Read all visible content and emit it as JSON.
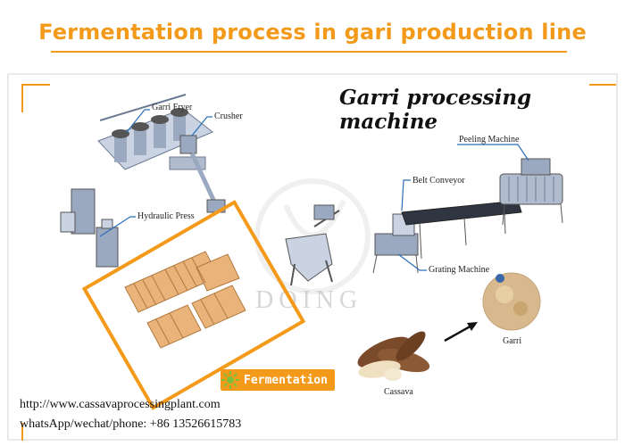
{
  "title": "Fermentation process in gari production line",
  "heading": "Garri processing machine",
  "labels": {
    "garri_fryer": "Garri Fryer",
    "crusher": "Crusher",
    "hydraulic_press": "Hydraulic Press",
    "peeling_machine": "Peeling Machine",
    "belt_conveyor": "Belt Conveyor",
    "grating_machine": "Grating Machine",
    "garri": "Garri",
    "cassava": "Cassava",
    "fermentation": "Fermentation"
  },
  "footer": {
    "url": "http://www.cassavaprocessingplant.com",
    "contact": "whatsApp/wechat/phone: +86 13526615783"
  },
  "watermark": "DOING",
  "colors": {
    "accent": "#f49a1a",
    "machine_blue": "#9aa8c0",
    "callout": "#2a6fb8"
  }
}
